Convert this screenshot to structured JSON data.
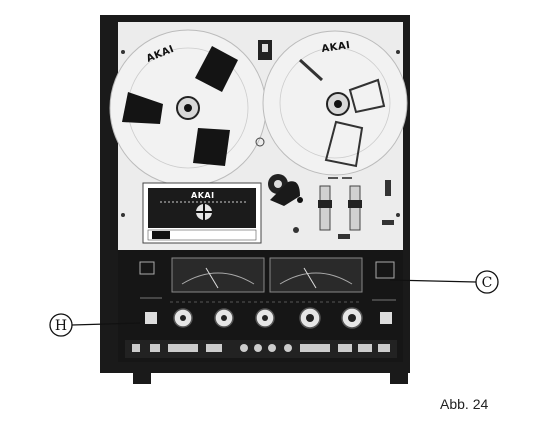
{
  "deck": {
    "left_reel_brand": "AKAI",
    "right_reel_brand": "AKAI",
    "cassette_brand": "AKAI"
  },
  "callouts": {
    "right_label": "C",
    "left_label": "H"
  },
  "figure": {
    "caption": "Abb. 24"
  },
  "colors": {
    "cabinet": "#1a1a1a",
    "panel": "#ececec",
    "ink": "#111111"
  }
}
